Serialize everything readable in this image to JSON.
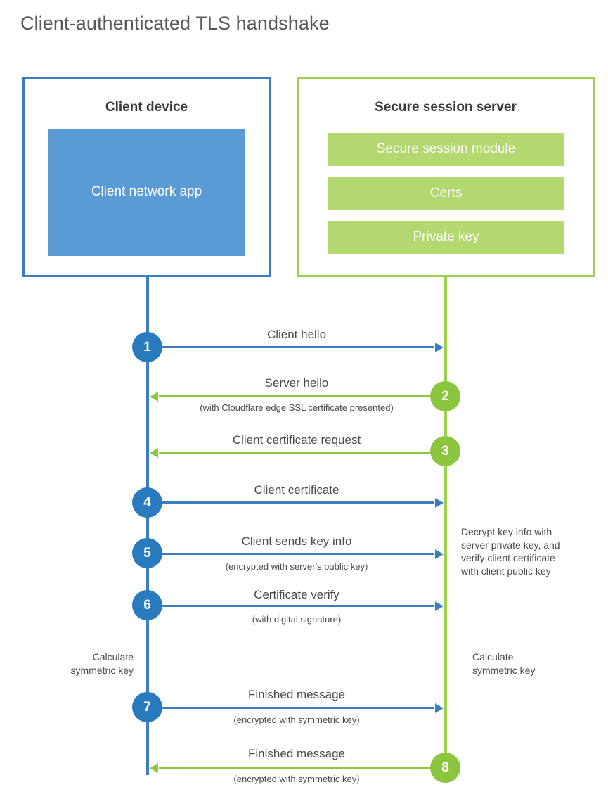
{
  "title": "Client-authenticated TLS handshake",
  "colors": {
    "client_border": "#3a7ebf",
    "client_fill": "#5b9bd5",
    "server_border": "#9ed04e",
    "server_fill": "#b3d86f",
    "badge_blue": "#2a7bbd",
    "badge_green": "#8cc63f",
    "text": "#4a4a4a",
    "title_text": "#585858"
  },
  "parties": {
    "client": {
      "title": "Client device",
      "blocks": [
        {
          "label": "Client network app"
        }
      ]
    },
    "server": {
      "title": "Secure session server",
      "blocks": [
        {
          "label": "Secure session module"
        },
        {
          "label": "Certs"
        },
        {
          "label": "Private key"
        }
      ]
    }
  },
  "chart_data": {
    "type": "sequence-diagram",
    "title": "Client-authenticated TLS handshake",
    "actors": [
      "Client device",
      "Secure session server"
    ],
    "steps": [
      {
        "number": "1",
        "label": "Client hello",
        "sublabel": "",
        "direction": "client-to-server",
        "color": "blue"
      },
      {
        "number": "2",
        "label": "Server hello",
        "sublabel": "(with Cloudflare edge SSL certificate presented)",
        "direction": "server-to-client",
        "color": "green"
      },
      {
        "number": "3",
        "label": "Client certificate request",
        "sublabel": "",
        "direction": "server-to-client",
        "color": "green"
      },
      {
        "number": "4",
        "label": "Client certificate",
        "sublabel": "",
        "direction": "client-to-server",
        "color": "blue"
      },
      {
        "number": "5",
        "label": "Client sends key info",
        "sublabel": "(encrypted with server's public key)",
        "direction": "client-to-server",
        "color": "blue"
      },
      {
        "number": "6",
        "label": "Certificate verify",
        "sublabel": "(with digital signature)",
        "direction": "client-to-server",
        "color": "blue"
      },
      {
        "number": "7",
        "label": "Finished message",
        "sublabel": "(encrypted with symmetric key)",
        "direction": "client-to-server",
        "color": "blue"
      },
      {
        "number": "8",
        "label": "Finished message",
        "sublabel": "(encrypted with symmetric key)",
        "direction": "server-to-client",
        "color": "green"
      }
    ],
    "annotations": [
      {
        "text": "Decrypt key info with server private key, and verify client certificate with client public key",
        "side": "server"
      },
      {
        "text": "Calculate symmetric key",
        "side": "client"
      },
      {
        "text": "Calculate symmetric key",
        "side": "server"
      }
    ]
  },
  "annotations": {
    "decrypt_note_line1": "Decrypt key info with",
    "decrypt_note_line2": "server private key, and",
    "decrypt_note_line3": "verify client certificate",
    "decrypt_note_line4": "with client public key",
    "calc_client_line1": "Calculate",
    "calc_client_line2": "symmetric key",
    "calc_server_line1": "Calculate",
    "calc_server_line2": "symmetric key"
  }
}
